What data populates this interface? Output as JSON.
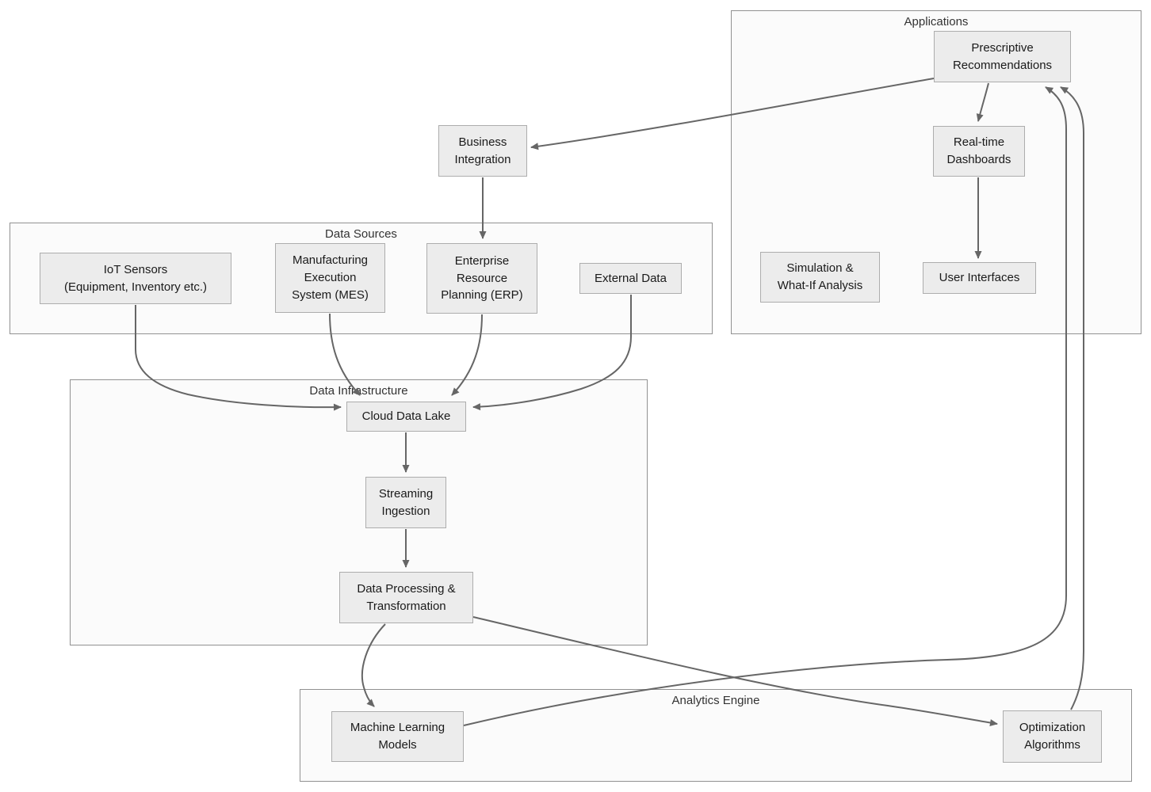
{
  "diagram": {
    "type": "flowchart",
    "containers": {
      "applications": {
        "label": "Applications"
      },
      "data_sources": {
        "label": "Data Sources"
      },
      "data_infrastructure": {
        "label": "Data Infrastructure"
      },
      "analytics_engine": {
        "label": "Analytics Engine"
      }
    },
    "nodes": {
      "prescriptive_recommendations": {
        "label": "Prescriptive\nRecommendations"
      },
      "realtime_dashboards": {
        "label": "Real-time\nDashboards"
      },
      "simulation_whatif": {
        "label": "Simulation &\nWhat-If Analysis"
      },
      "user_interfaces": {
        "label": "User Interfaces"
      },
      "business_integration": {
        "label": "Business\nIntegration"
      },
      "iot_sensors": {
        "label": "IoT Sensors\n(Equipment, Inventory etc.)"
      },
      "mes": {
        "label": "Manufacturing\nExecution\nSystem (MES)"
      },
      "erp": {
        "label": "Enterprise\nResource\nPlanning (ERP)"
      },
      "external_data": {
        "label": "External Data"
      },
      "cloud_data_lake": {
        "label": "Cloud Data Lake"
      },
      "streaming_ingestion": {
        "label": "Streaming\nIngestion"
      },
      "data_processing": {
        "label": "Data Processing &\nTransformation"
      },
      "ml_models": {
        "label": "Machine Learning\nModels"
      },
      "optimization_algorithms": {
        "label": "Optimization\nAlgorithms"
      }
    },
    "edges": [
      {
        "from": "prescriptive_recommendations",
        "to": "business_integration"
      },
      {
        "from": "business_integration",
        "to": "erp"
      },
      {
        "from": "prescriptive_recommendations",
        "to": "realtime_dashboards"
      },
      {
        "from": "realtime_dashboards",
        "to": "user_interfaces"
      },
      {
        "from": "iot_sensors",
        "to": "cloud_data_lake"
      },
      {
        "from": "mes",
        "to": "cloud_data_lake"
      },
      {
        "from": "erp",
        "to": "cloud_data_lake"
      },
      {
        "from": "external_data",
        "to": "cloud_data_lake"
      },
      {
        "from": "cloud_data_lake",
        "to": "streaming_ingestion"
      },
      {
        "from": "streaming_ingestion",
        "to": "data_processing"
      },
      {
        "from": "data_processing",
        "to": "ml_models"
      },
      {
        "from": "data_processing",
        "to": "optimization_algorithms"
      },
      {
        "from": "ml_models",
        "to": "prescriptive_recommendations"
      },
      {
        "from": "optimization_algorithms",
        "to": "prescriptive_recommendations"
      }
    ],
    "colors": {
      "node_fill": "#ececec",
      "node_border": "#adadad",
      "container_fill": "#fbfbfb",
      "container_border": "#919191",
      "edge": "#666666",
      "node_text": "#1a1a1a",
      "container_text": "#333333",
      "page_bg": "#ffffff"
    }
  }
}
